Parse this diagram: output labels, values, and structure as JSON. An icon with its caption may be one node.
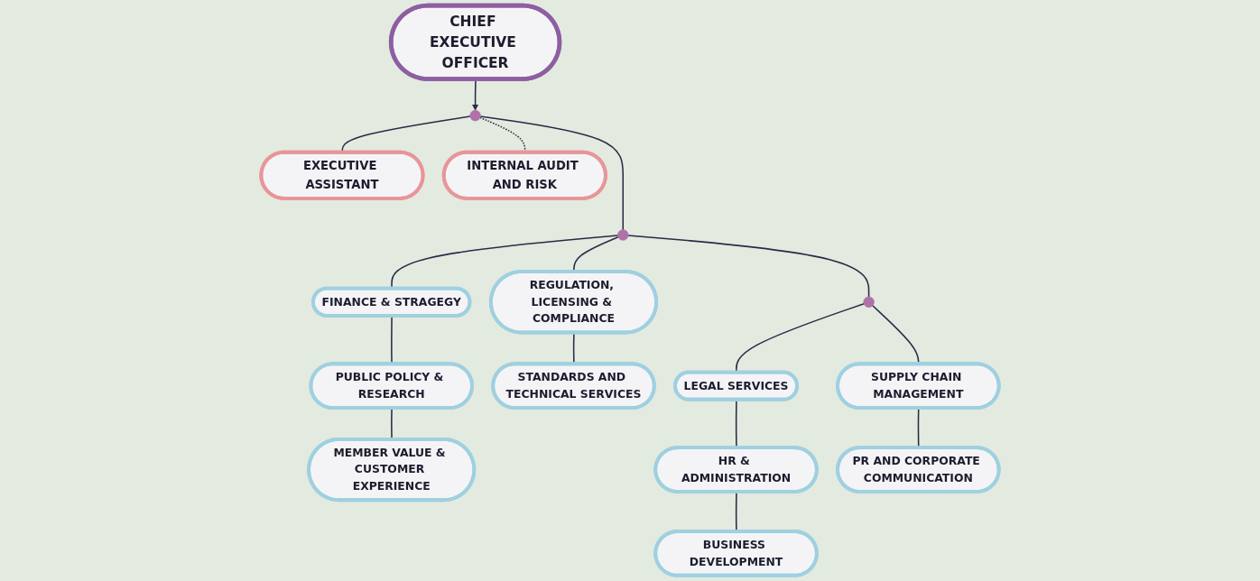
{
  "diagram": {
    "nodes": [
      {
        "text": [
          "CHIEF EXECUTIVE OFFICER"
        ]
      },
      {
        "text": [],
        "shape": "circle"
      },
      {
        "text": [
          "EXECUTIVE ASSISTANT"
        ]
      },
      {
        "text": [
          "INTERNAL AUDIT AND RISK"
        ]
      },
      {
        "text": [
          "MEMBER VALUE & CUSTOMER EXPERIENCE"
        ]
      },
      {
        "text": [
          "PUBLIC POLICY & RESEARCH"
        ]
      },
      {
        "text": [
          "FINANCE & STRAGEGY"
        ]
      },
      {
        "text": [],
        "shape": "circle"
      },
      {
        "text": [
          "REGULATION, LICENSING & COMPLIANCE"
        ]
      },
      {
        "text": [
          "STANDARDS AND TECHNICAL SERVICES"
        ]
      },
      {
        "text": [
          "BUSINESS DEVELOPMENT"
        ]
      },
      {
        "text": [
          "HR & ADMINISTRATION"
        ]
      },
      {
        "text": [
          "LEGAL SERVICES"
        ]
      },
      {
        "text": [],
        "shape": "circle"
      },
      {
        "text": [
          "SUPPLY CHAIN MANAGEMENT"
        ]
      },
      {
        "text": [
          "PR AND CORPORATE COMMUNICATION"
        ]
      }
    ],
    "edges": [
      {
        "from": 0,
        "to": 1,
        "arrow": "to"
      },
      {
        "from": 1,
        "to": 2,
        "arrow": "none"
      },
      {
        "from": 1,
        "to": 3,
        "arrow": "none",
        "style": "dashed"
      },
      {
        "from": 1,
        "to": 7,
        "arrow": "none"
      },
      {
        "from": 7,
        "to": 6,
        "arrow": "none"
      },
      {
        "from": 6,
        "to": 5,
        "arrow": "none"
      },
      {
        "from": 5,
        "to": 4,
        "arrow": "none"
      },
      {
        "from": 7,
        "to": 8,
        "arrow": "none"
      },
      {
        "from": 8,
        "to": 9,
        "arrow": "none"
      },
      {
        "from": 7,
        "to": 13,
        "arrow": "none"
      },
      {
        "from": 13,
        "to": 12,
        "arrow": "none"
      },
      {
        "from": 12,
        "to": 11,
        "arrow": "none"
      },
      {
        "from": 11,
        "to": 10,
        "arrow": "none"
      },
      {
        "from": 13,
        "to": 14,
        "arrow": "none"
      },
      {
        "from": 14,
        "to": 15,
        "arrow": "none"
      }
    ]
  }
}
